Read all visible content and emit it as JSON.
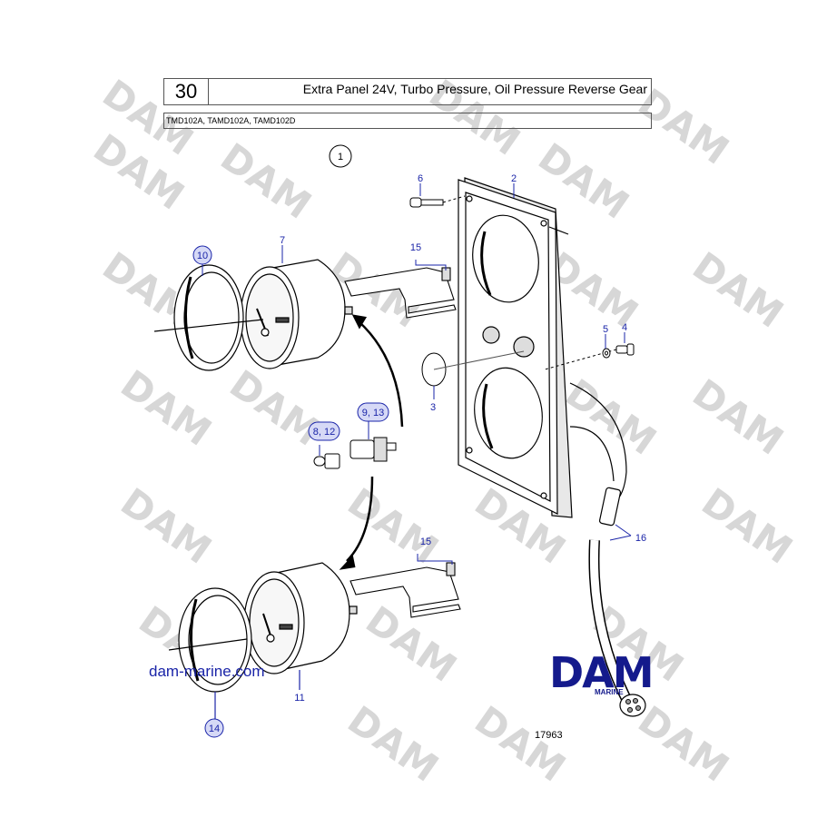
{
  "header": {
    "section_number": "30",
    "title": "Extra Panel 24V, Turbo Pressure, Oil Pressure Reverse Gear",
    "models": "TMD102A, TAMD102A, TAMD102D"
  },
  "watermark": {
    "text": "DAM"
  },
  "callouts": {
    "c1": "1",
    "c2": "2",
    "c3": "3",
    "c4": "4",
    "c5": "5",
    "c6": "6",
    "c7": "7",
    "c8_12": "8, 12",
    "c9_13": "9, 13",
    "c10": "10",
    "c11": "11",
    "c14": "14",
    "c15a": "15",
    "c15b": "15",
    "c16": "16"
  },
  "footer": {
    "website": "dam-marine.com",
    "drawing_number": "17963",
    "brand": "DAM",
    "brand_sub": "MARINE"
  },
  "colors": {
    "callout_blue": "#1a24a8",
    "callout_fill": "#d6d9f6",
    "brand_blue": "#141a8c",
    "watermark_gray": "#d7d7d7"
  }
}
